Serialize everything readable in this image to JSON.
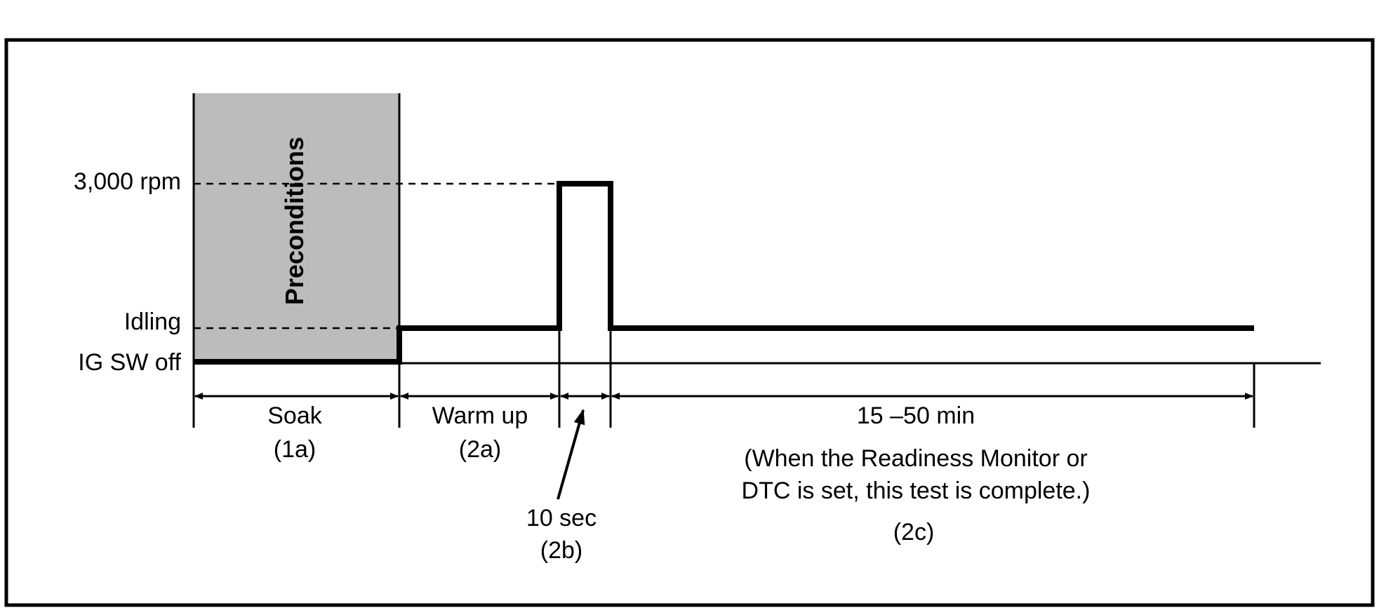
{
  "labels": {
    "rpm_high": "3,000 rpm",
    "idling": "Idling",
    "ig_off": "IG SW off",
    "preconditions": "Preconditions"
  },
  "phases": {
    "soak": {
      "name": "Soak",
      "code": "(1a)"
    },
    "warmup": {
      "name": "Warm up",
      "code": "(2a)"
    },
    "rev": {
      "name": "10 sec",
      "code": "(2b)"
    },
    "drive": {
      "name": "15 –50 min",
      "note_line1": "(When the Readiness Monitor or",
      "note_line2": "DTC is set, this test is complete.)",
      "code": "(2c)"
    }
  },
  "colors": {
    "precondition_fill": "#bcbcbc",
    "line": "#000000",
    "background": "#ffffff"
  }
}
